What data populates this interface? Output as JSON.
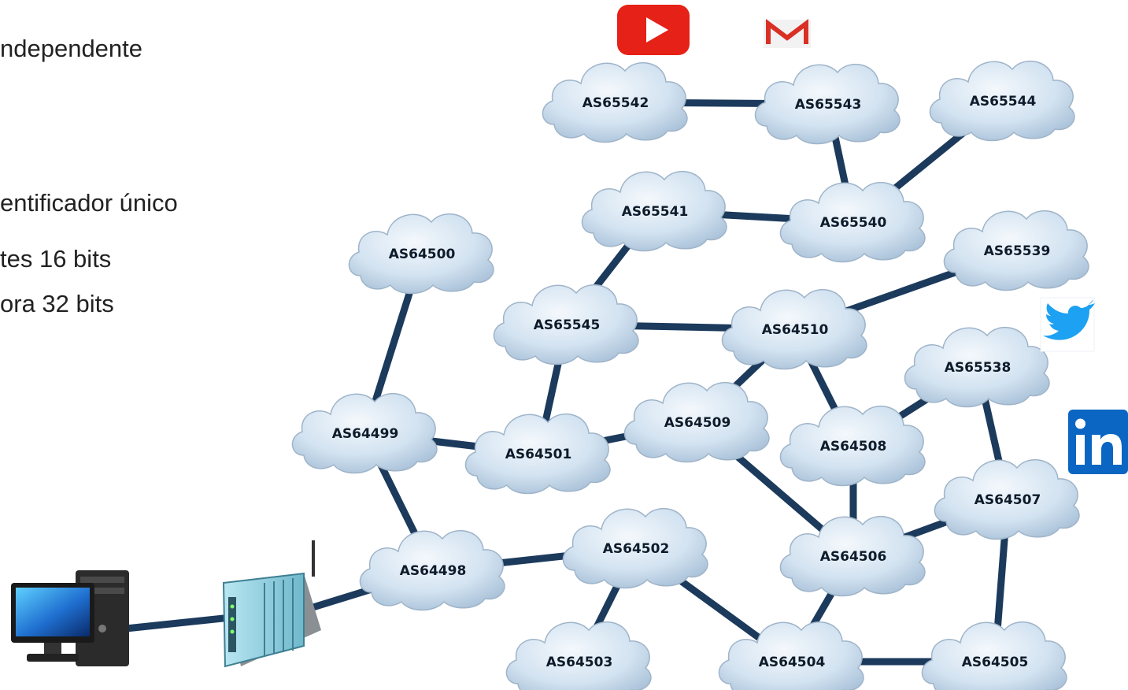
{
  "slide": {
    "lines": [
      "ndependente",
      "entificador único",
      "tes 16 bits",
      "ora 32 bits"
    ]
  },
  "nodes": [
    {
      "id": "AS65542",
      "label": "AS65542"
    },
    {
      "id": "AS65543",
      "label": "AS65543"
    },
    {
      "id": "AS65544",
      "label": "AS65544"
    },
    {
      "id": "AS65541",
      "label": "AS65541"
    },
    {
      "id": "AS65540",
      "label": "AS65540"
    },
    {
      "id": "AS65539",
      "label": "AS65539"
    },
    {
      "id": "AS64500",
      "label": "AS64500"
    },
    {
      "id": "AS65545",
      "label": "AS65545"
    },
    {
      "id": "AS64510",
      "label": "AS64510"
    },
    {
      "id": "AS65538",
      "label": "AS65538"
    },
    {
      "id": "AS64499",
      "label": "AS64499"
    },
    {
      "id": "AS64501",
      "label": "AS64501"
    },
    {
      "id": "AS64509",
      "label": "AS64509"
    },
    {
      "id": "AS64508",
      "label": "AS64508"
    },
    {
      "id": "AS64507",
      "label": "AS64507"
    },
    {
      "id": "AS64498",
      "label": "AS64498"
    },
    {
      "id": "AS64502",
      "label": "AS64502"
    },
    {
      "id": "AS64506",
      "label": "AS64506"
    },
    {
      "id": "AS64503",
      "label": "AS64503"
    },
    {
      "id": "AS64504",
      "label": "AS64504"
    },
    {
      "id": "AS64505",
      "label": "AS64505"
    }
  ],
  "links": [
    [
      "AS65542",
      "AS65543"
    ],
    [
      "AS65543",
      "AS65540"
    ],
    [
      "AS65544",
      "AS65540"
    ],
    [
      "AS65541",
      "AS65540"
    ],
    [
      "AS65541",
      "AS65545"
    ],
    [
      "AS65545",
      "AS64510"
    ],
    [
      "AS65545",
      "AS64501"
    ],
    [
      "AS64510",
      "AS65539"
    ],
    [
      "AS64510",
      "AS64509"
    ],
    [
      "AS64510",
      "AS64508"
    ],
    [
      "AS64500",
      "AS64499"
    ],
    [
      "AS64499",
      "AS64501"
    ],
    [
      "AS64499",
      "AS64498"
    ],
    [
      "AS64501",
      "AS64509"
    ],
    [
      "AS64509",
      "AS64506"
    ],
    [
      "AS64508",
      "AS65538"
    ],
    [
      "AS64508",
      "AS64506"
    ],
    [
      "AS65538",
      "AS64507"
    ],
    [
      "AS64507",
      "AS64506"
    ],
    [
      "AS64507",
      "AS64505"
    ],
    [
      "AS64498",
      "AS64502"
    ],
    [
      "AS64502",
      "AS64503"
    ],
    [
      "AS64502",
      "AS64504"
    ],
    [
      "AS64506",
      "AS64504"
    ],
    [
      "AS64504",
      "AS64505"
    ],
    [
      "router",
      "AS64498"
    ],
    [
      "computer",
      "router"
    ]
  ],
  "devices": [
    {
      "id": "computer",
      "icon": "desktop-computer-icon"
    },
    {
      "id": "router",
      "icon": "router-icon"
    }
  ],
  "logos": [
    {
      "name": "youtube-logo",
      "color": "#e62117"
    },
    {
      "name": "gmail-logo",
      "color": "#d93025"
    },
    {
      "name": "twitter-logo",
      "color": "#1da1f2"
    },
    {
      "name": "linkedin-logo",
      "color": "#0a66c2"
    }
  ],
  "colors": {
    "link": "#1b3a5c",
    "cloud_fill": "#cfe0ef",
    "cloud_stroke": "#9fb4c9"
  }
}
